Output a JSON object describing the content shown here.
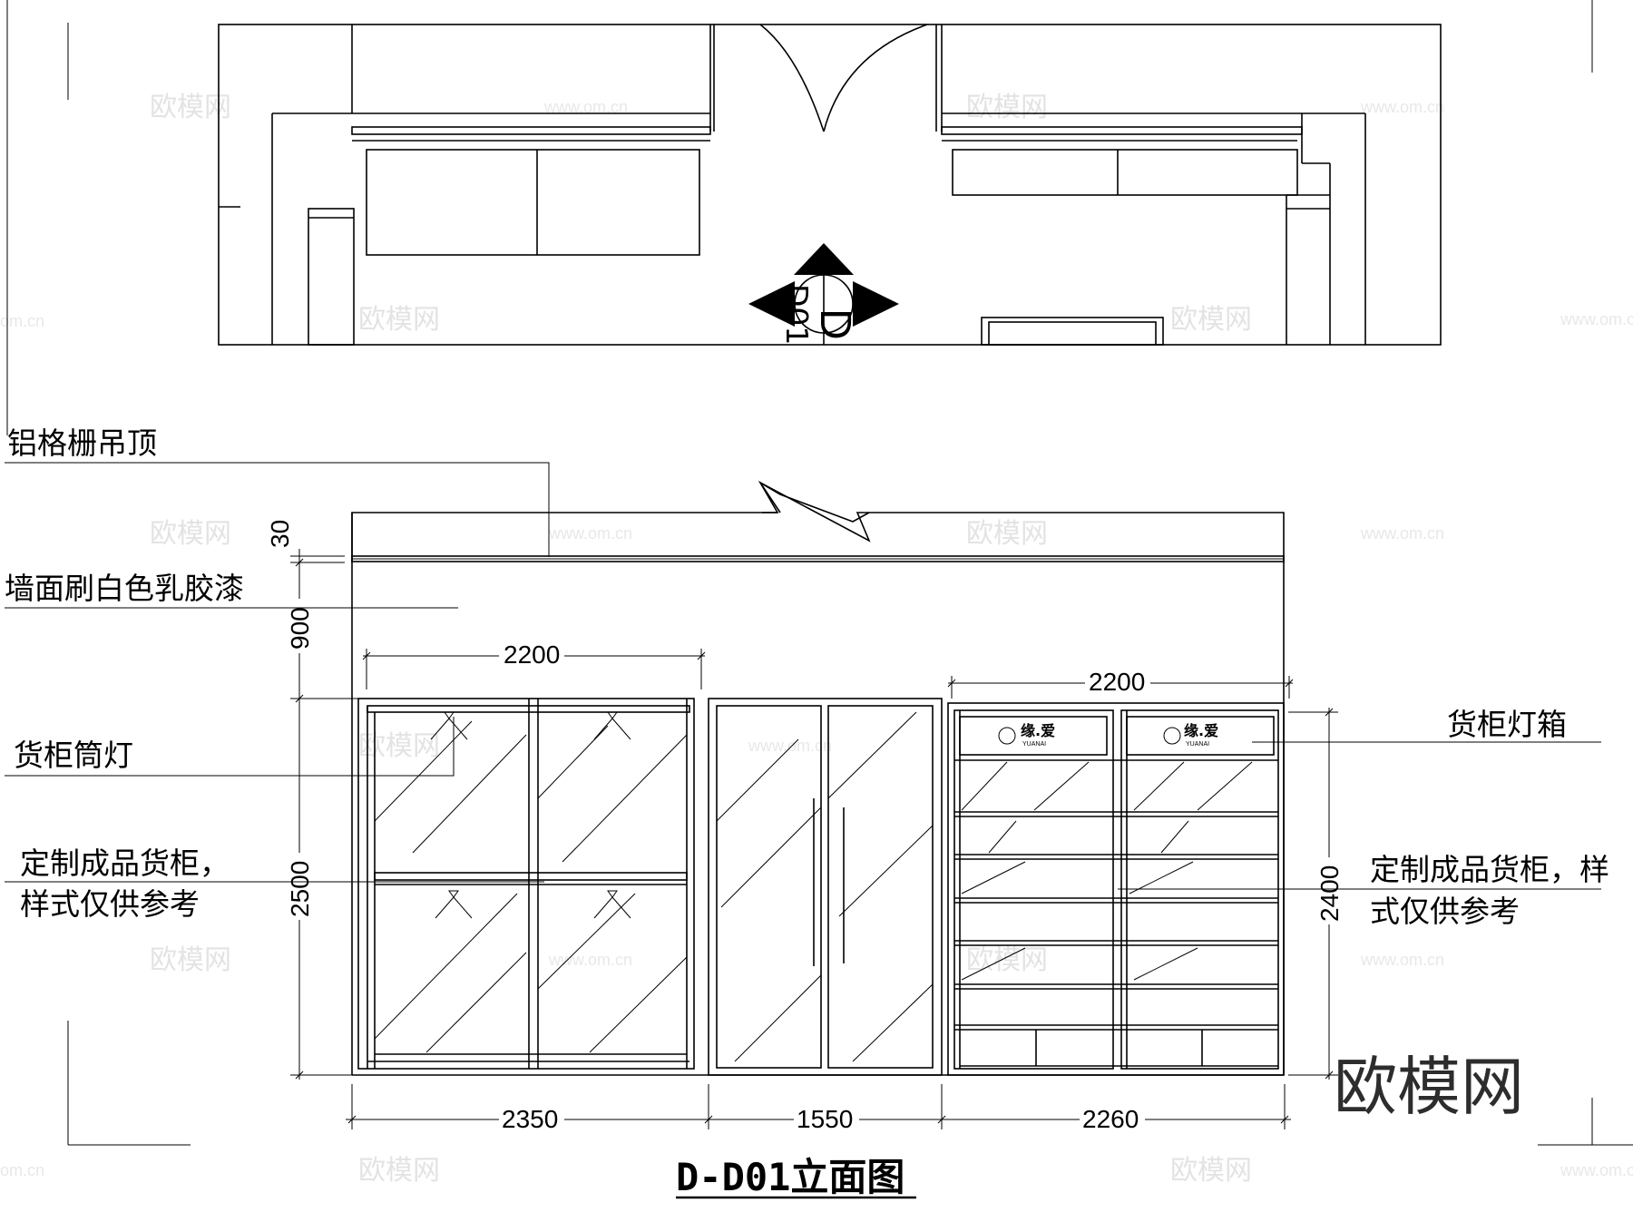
{
  "labels": {
    "ceiling": "铝格栅吊顶",
    "wall_paint": "墙面刷白色乳胶漆",
    "downlight": "货柜筒灯",
    "cabinet_left_line1": "定制成品货柜，",
    "cabinet_left_line2": "样式仅供参考",
    "lightbox": "货柜灯箱",
    "cabinet_right_line1": "定制成品货柜，样",
    "cabinet_right_line2": "式仅供参考"
  },
  "dimensions": {
    "top_left_width": "2200",
    "top_right_width": "2200",
    "bottom_left": "2350",
    "bottom_mid": "1550",
    "bottom_right": "2260",
    "vert_30": "30",
    "vert_900": "900",
    "vert_2500": "2500",
    "vert_2400": "2400"
  },
  "section_marker": {
    "letter": "D",
    "code": "D01"
  },
  "cabinet_logo": {
    "name": "缘.爱",
    "sub": "YUANAI"
  },
  "title": "D-D01立面图",
  "watermark": {
    "brand": "欧模网",
    "url": "www.om.cn",
    "url_edge": "om.cn",
    "big": "欧模网"
  }
}
